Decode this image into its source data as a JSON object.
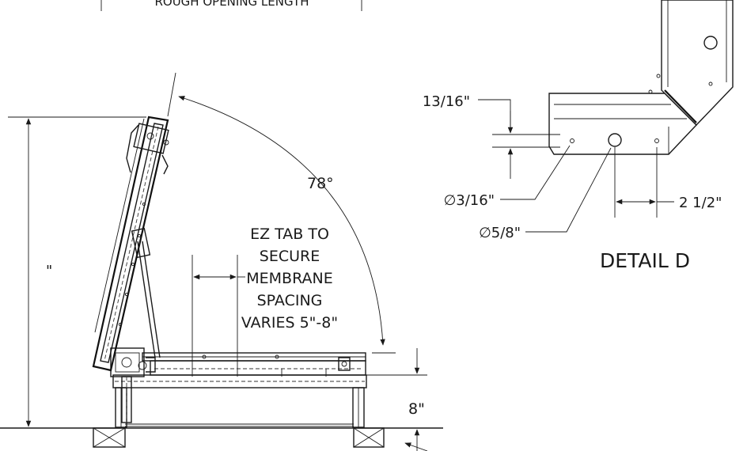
{
  "header": {
    "rough_opening": "ROUGH OPENING LENGTH"
  },
  "side_view": {
    "open_angle": "78°",
    "height_label": "\"",
    "curb_height": "8\"",
    "ez_tab_note": [
      "EZ TAB TO",
      "SECURE",
      "MEMBRANE",
      "SPACING",
      "VARIES 5\"-8\""
    ]
  },
  "detail": {
    "title": "DETAIL D",
    "dim_top": "13/16\"",
    "dim_small_hole": "∅3/16\"",
    "dim_large_hole": "∅5/8\"",
    "dim_spacing": "2 1/2\""
  }
}
